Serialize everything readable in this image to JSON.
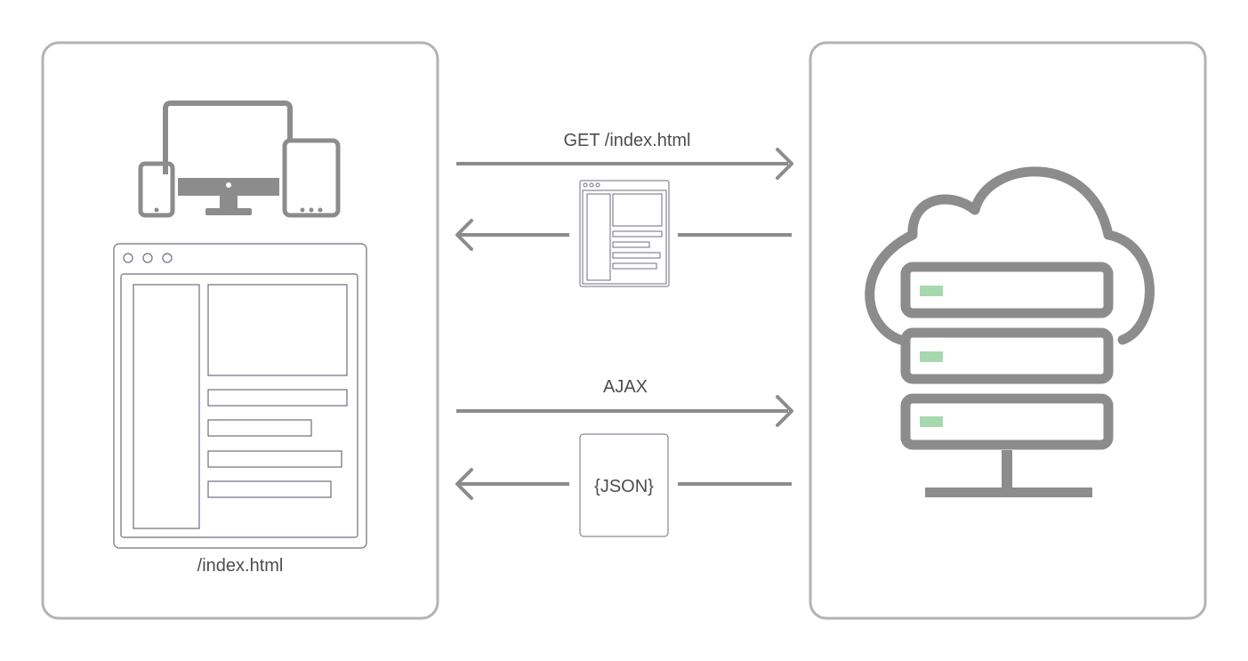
{
  "client": {
    "caption": "/index.html",
    "devices_icon": "responsive-devices-icon",
    "browser_icon": "browser-window-icon"
  },
  "server": {
    "icon": "cloud-server-icon",
    "rack_units": 3
  },
  "flows": {
    "page_request": {
      "label": "GET /index.html"
    },
    "page_response": {
      "payload_icon": "html-page-icon"
    },
    "ajax_request": {
      "label": "AJAX"
    },
    "ajax_response": {
      "payload": "{JSON}"
    }
  },
  "colors": {
    "stroke": "#8c8c8c",
    "panel_border": "#b3b3b3",
    "text": "#4d4d4d",
    "server_led": "#a8d8b0",
    "wire": "#6e6e80"
  }
}
